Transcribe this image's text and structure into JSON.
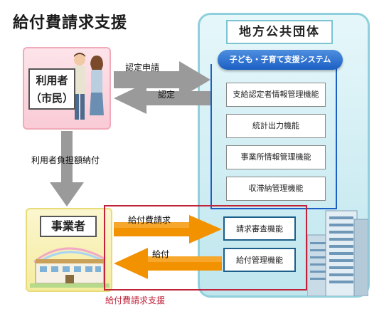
{
  "title": "給付費請求支援",
  "government": {
    "title": "地方公共団体",
    "system_name": "子ども・子育て支援システム",
    "functions": [
      "支給認定者情報管理機能",
      "統計出力機能",
      "事業所情報管理機能",
      "収滞納管理機能"
    ],
    "highlighted_functions": [
      "請求審査機能",
      "給付管理機能"
    ]
  },
  "citizen": {
    "label_line1": "利用者",
    "label_line2": "（市民）"
  },
  "business": {
    "label": "事業者"
  },
  "flows": {
    "application": "認定申請",
    "certification": "認定",
    "payment": "利用者負担額納付",
    "claim": "給付費請求",
    "benefit": "給付"
  },
  "highlight_caption": "給付費請求支援",
  "colors": {
    "gray_arrow": "#9a9a9a",
    "orange_arrow": "#f39200",
    "highlight_frame": "#c0223a",
    "system_blue": "#1b5fc4"
  }
}
